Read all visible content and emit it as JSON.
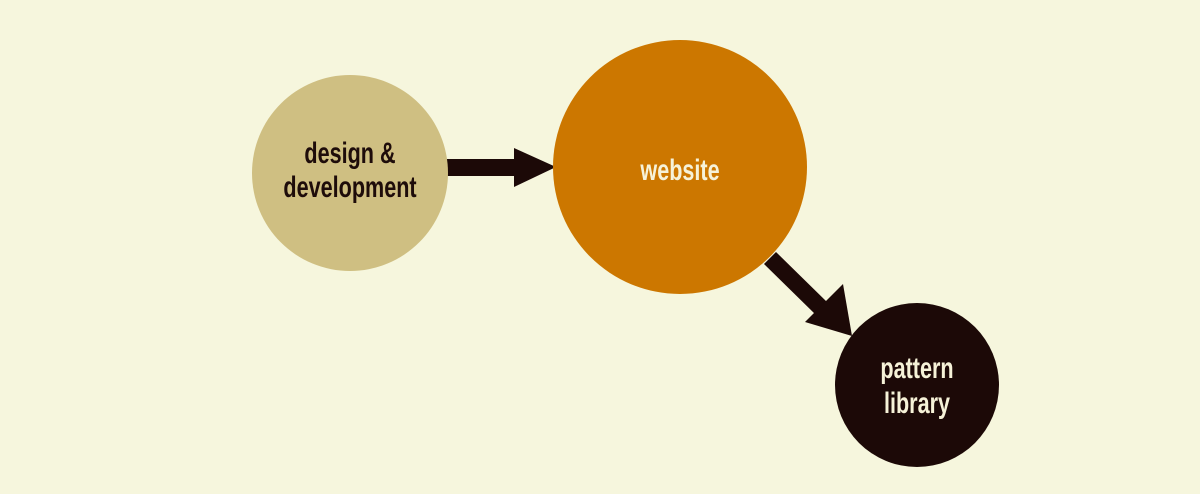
{
  "nodes": [
    {
      "id": "design",
      "lines": [
        "design &",
        "development"
      ],
      "color": "#cfbf82",
      "text_color": "#1e0c0a"
    },
    {
      "id": "website",
      "lines": [
        "website"
      ],
      "color": "#cc7700",
      "text_color": "#f6f2d8"
    },
    {
      "id": "pattern",
      "lines": [
        "pattern",
        "library"
      ],
      "color": "#1c0907",
      "text_color": "#f6f2d8"
    }
  ],
  "edges": [
    {
      "from": "design",
      "to": "website"
    },
    {
      "from": "website",
      "to": "pattern"
    }
  ],
  "colors": {
    "background": "#f6f6dd",
    "arrow": "#1c0907"
  }
}
